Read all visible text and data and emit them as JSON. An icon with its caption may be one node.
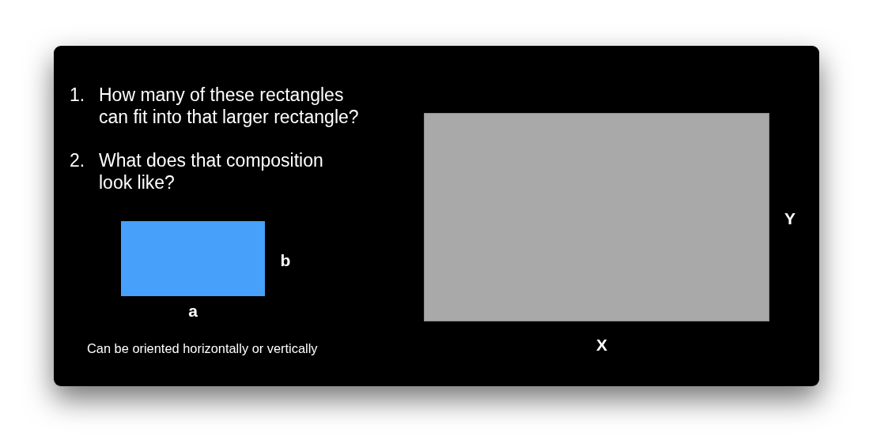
{
  "diagram": {
    "nodes": [
      {
        "text": [],
        "shape": "box",
        "beside": [
          "b",
          "a"
        ]
      },
      {
        "text": [],
        "shape": "box",
        "beside": [
          "Y",
          "X"
        ]
      }
    ],
    "labels": [
      "1.",
      "How many of these rectangles can fit into that larger rectangle?",
      "2.",
      "What does that composition look like?",
      "Can be oriented horizontally or vertically"
    ]
  }
}
